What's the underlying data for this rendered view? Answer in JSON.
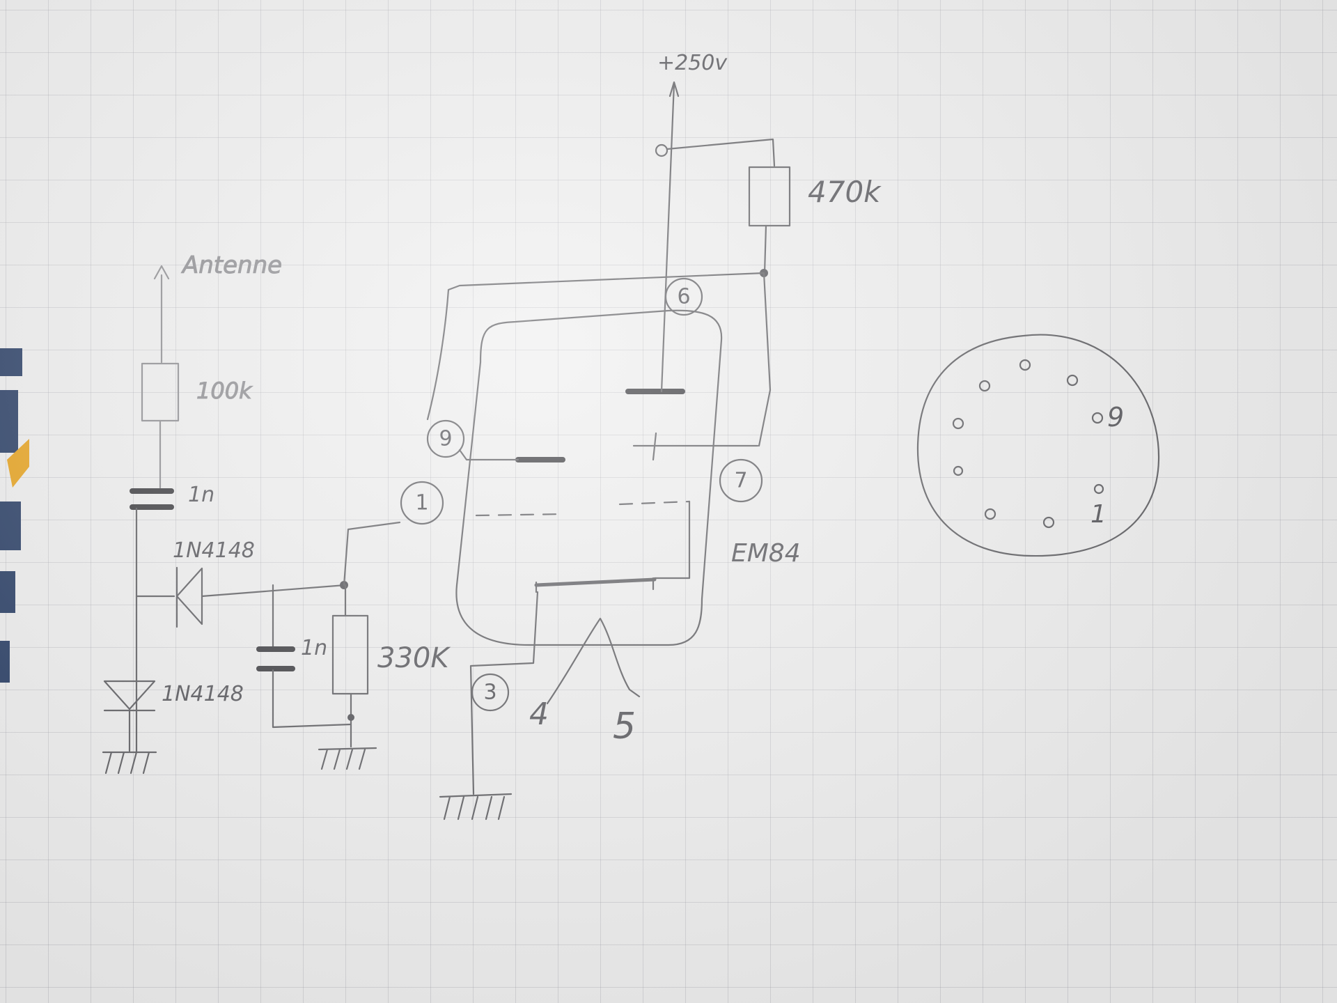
{
  "labels": {
    "antenna": "Antenne",
    "r_100k": "100k",
    "c_1n_top": "1n",
    "d_top": "1N4148",
    "d_bottom": "1N4148",
    "c_1n_mid": "1n",
    "r_330k": "330K",
    "r_470k": "470k",
    "supply": "+250v",
    "tube": "EM84",
    "heater_pin_a": "4",
    "heater_pin_b": "5"
  },
  "pins": {
    "p1": "1",
    "p3": "3",
    "p6": "6",
    "p7": "7",
    "p9": "9"
  },
  "socket": {
    "pin9_label": "9",
    "pin1_label": "1"
  },
  "colors": {
    "pencil": "#55555a",
    "paper": "#efefef",
    "grid": "#9696a0"
  }
}
